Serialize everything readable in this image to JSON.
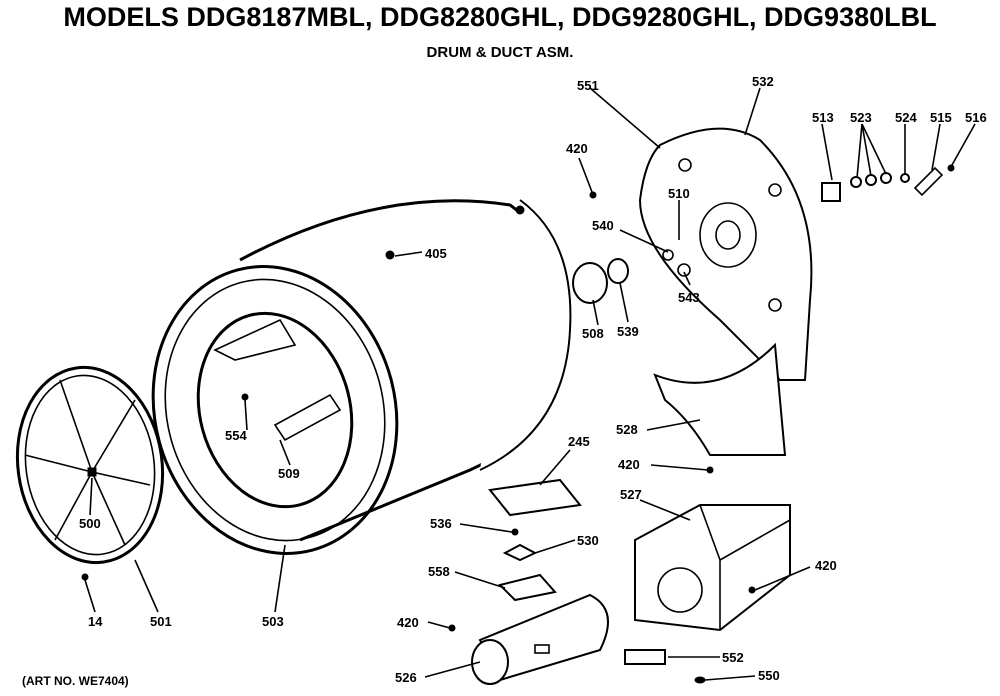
{
  "header": {
    "title": "MODELS DDG8187MBL, DDG8280GHL, DDG9280GHL, DDG9380LBL",
    "subtitle": "DRUM & DUCT ASM."
  },
  "footer": {
    "art_no": "(ART NO. WE7404)"
  },
  "parts": {
    "p551": "551",
    "p532": "532",
    "p513": "513",
    "p523": "523",
    "p524": "524",
    "p515": "515",
    "p516": "516",
    "p420a": "420",
    "p510": "510",
    "p540": "540",
    "p543": "543",
    "p508": "508",
    "p539": "539",
    "p405": "405",
    "p528": "528",
    "p420b": "420",
    "p245": "245",
    "p527": "527",
    "p554": "554",
    "p509": "509",
    "p500": "500",
    "p536": "536",
    "p530": "530",
    "p420c": "420",
    "p558": "558",
    "p420d": "420",
    "p526": "526",
    "p552": "552",
    "p550": "550",
    "p14": "14",
    "p501": "501",
    "p503": "503"
  }
}
